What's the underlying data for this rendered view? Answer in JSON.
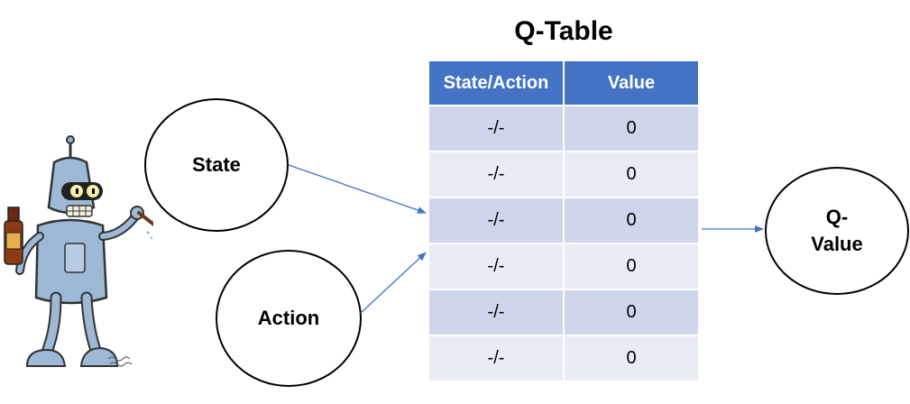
{
  "title": "Q-Table",
  "table": {
    "headers": [
      "State/Action",
      "Value"
    ],
    "rows": [
      {
        "state_action": "-/-",
        "value": "0"
      },
      {
        "state_action": "-/-",
        "value": "0"
      },
      {
        "state_action": "-/-",
        "value": "0"
      },
      {
        "state_action": "-/-",
        "value": "0"
      },
      {
        "state_action": "-/-",
        "value": "0"
      },
      {
        "state_action": "-/-",
        "value": "0"
      }
    ]
  },
  "nodes": {
    "state": "State",
    "action": "Action",
    "qvalue": "Q-\nValue"
  },
  "colors": {
    "header_bg": "#4472c4",
    "row_dark": "#cfd5ea",
    "row_light": "#e9ebf5",
    "arrow": "#4472c4"
  },
  "illustration": "robot-agent-icon"
}
